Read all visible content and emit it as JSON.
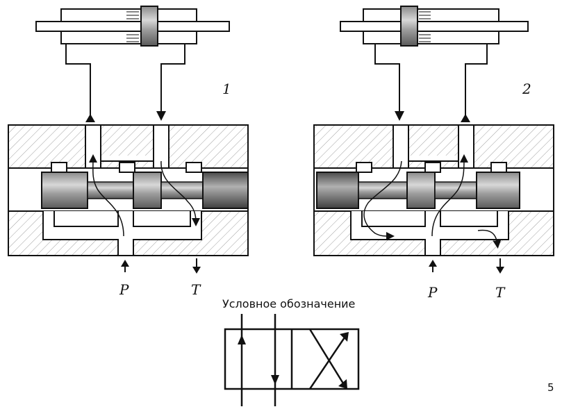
{
  "labels": {
    "position_1": "1",
    "position_2": "2",
    "pressure_left": "P",
    "tank_left": "T",
    "pressure_right": "P",
    "tank_right": "T",
    "symbol_caption": "Условное обозначение",
    "page_number": "5"
  },
  "colors": {
    "line": "#111111",
    "hatch": "#9a9a9a",
    "spool_dark": "#5e5e5e",
    "spool_light": "#d6d6d6"
  }
}
